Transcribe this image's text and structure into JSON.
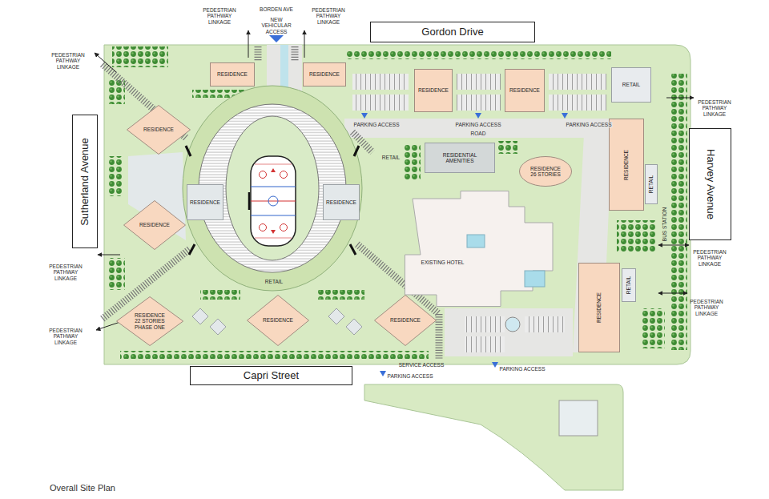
{
  "diagram": {
    "caption": "Overall Site Plan",
    "nodes": [
      {
        "text": [
          "Gordon Drive"
        ]
      },
      {
        "text": [
          "RESIDENCE"
        ]
      },
      {
        "text": [
          "RESIDENCE"
        ]
      },
      {
        "text": [
          "RESIDENCE"
        ]
      },
      {
        "text": [
          "RESIDENCE"
        ]
      },
      {
        "text": [
          "RETAIL"
        ]
      },
      {
        "text": [
          "Sutherland Avenue"
        ]
      },
      {
        "text": [
          "RESIDENCE"
        ]
      },
      {
        "text": [
          "Harvey Avenue"
        ]
      },
      {
        "text": [
          "RESIDENCE"
        ]
      },
      {
        "text": [
          "RESIDENTIAL AMENITIES"
        ]
      },
      {
        "text": [
          "RESIDENCE 26 STORIES"
        ]
      },
      {
        "text": [
          "RESIDENCE"
        ]
      },
      {
        "text": [
          "RESIDENCE"
        ]
      },
      {
        "text": [
          "RETAIL"
        ]
      },
      {
        "text": [
          "EXISTING HOTEL"
        ]
      },
      {
        "text": [
          "RESIDENCE"
        ]
      },
      {
        "text": [
          "RESIDENCE"
        ]
      },
      {
        "text": [
          "RETAIL"
        ]
      },
      {
        "text": [
          "RESIDENCE 22 STORIES PHASE ONE"
        ]
      },
      {
        "text": [
          "RESIDENCE"
        ]
      },
      {
        "text": [
          "RESIDENCE"
        ]
      },
      {
        "text": [
          "Capri Street"
        ]
      }
    ],
    "labels": [
      "BORDEN AVE",
      "NEW VEHICULAR ACCESS",
      "PEDESTRIAN PATHWAY LINKAGE",
      "PEDESTRIAN PATHWAY LINKAGE",
      "PEDESTRIAN PATHWAY LINKAGE",
      "PEDESTRIAN PATHWAY LINKAGE",
      "PARKING ACCESS",
      "PARKING ACCESS",
      "PARKING ACCESS",
      "ROAD",
      "RETAIL",
      "BUS STATION",
      "PEDESTRIAN PATHWAY LINKAGE",
      "PEDESTRIAN PATHWAY LINKAGE",
      "PEDESTRIAN PATHWAY LINKAGE",
      "RETAIL",
      "PEDESTRIAN PATHWAY LINKAGE",
      "SERVICE ACCESS",
      "PARKING ACCESS",
      "PARKING ACCESS"
    ]
  }
}
